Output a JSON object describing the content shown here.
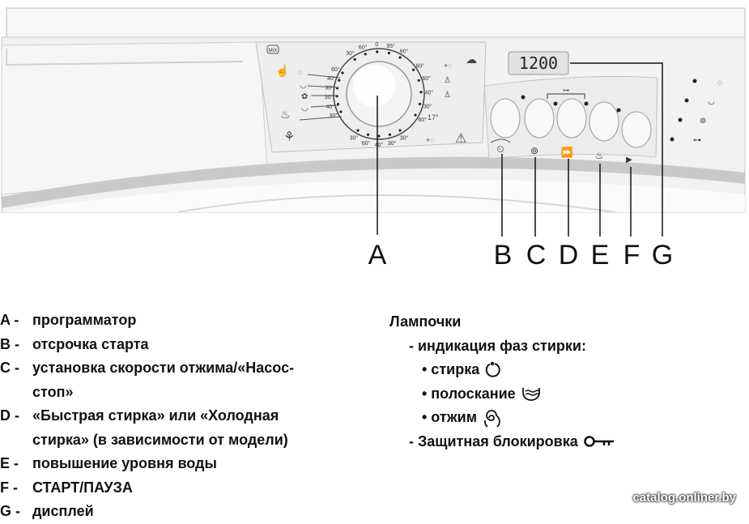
{
  "panel": {
    "display_value": "1200",
    "dial_temps_left": [
      "30°",
      "40°",
      "30°",
      "30°",
      "40°",
      "60°"
    ],
    "dial_temps_top": [
      "30°",
      "60°",
      "0",
      "95°",
      "60°"
    ],
    "dial_temps_right": [
      "60°",
      "60°",
      "40°",
      "30°",
      "60°"
    ],
    "dial_temps_bottom": [
      "30°",
      "30°",
      "40°",
      "60°",
      "30°"
    ],
    "dial_cold_temp": "17°",
    "mix_label": "MIX"
  },
  "callouts": {
    "a": "A",
    "b": "B",
    "c": "C",
    "d": "D",
    "e": "E",
    "f": "F",
    "g": "G"
  },
  "legend": [
    {
      "key": "A -",
      "text": "программатор"
    },
    {
      "key": "B -",
      "text": "отсрочка старта"
    },
    {
      "key": "C -",
      "text": "установка скорости отжима/«Насос-",
      "cont": "стоп»"
    },
    {
      "key": "D -",
      "text": "«Быстрая стирка» или «Холодная",
      "cont": "стирка» (в зависимости от модели)"
    },
    {
      "key": "E -",
      "text": "повышение уровня воды"
    },
    {
      "key": "F -",
      "text": "СТАРТ/ПАУЗА"
    },
    {
      "key": "G -",
      "text": "дисплей"
    }
  ],
  "lamps": {
    "title": "Лампочки",
    "phases": "- индикация фаз стирки:",
    "wash": "• стирка",
    "rinse": "• полоскание",
    "spin": "• отжим",
    "lock": "- Защитная блокировка"
  },
  "watermark": "catalog.onliner.by",
  "colors": {
    "panel": "#f4f4f4",
    "display": "#e6e6e6",
    "text": "#111111"
  }
}
